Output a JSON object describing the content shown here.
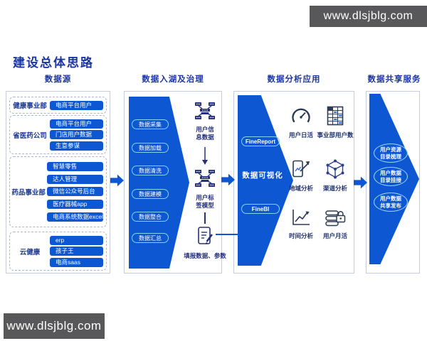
{
  "watermark": {
    "text": "www.dlsjblg.com",
    "bg_color": "#58585a"
  },
  "title": "建设总体思路",
  "colors": {
    "primary_blue": "#0d57d2",
    "navy_text": "#1a36a0",
    "pill_border": "#86d4f3",
    "icon_dark": "#2b3a55",
    "icon_navy": "#25317f"
  },
  "columns": {
    "source": {
      "header": "数据源",
      "groups": [
        {
          "label": "健康事业部",
          "items": [
            "电商平台用户"
          ]
        },
        {
          "label": "省医药公司",
          "items": [
            "电商平台用户",
            "门店用户数据",
            "生意参谋"
          ]
        },
        {
          "label": "药品事业部",
          "items": [
            "智慧零售",
            "达人管理",
            "微信公众号后台",
            "医疗器械app",
            "电商系统数据excel"
          ]
        },
        {
          "label": "云健康",
          "items": [
            "erp",
            "孩子王",
            "电商saas"
          ]
        }
      ]
    },
    "lake": {
      "header": "数据入湖及治理",
      "steps": [
        "数据采集",
        "数据加载",
        "数据清洗",
        "数据建模",
        "数据整合",
        "数据汇总"
      ],
      "flow": {
        "item1_line1": "用户信",
        "item1_line2": "息数据",
        "item2_line1": "用户标",
        "item2_line2": "签模型",
        "item3": "填报数据、参数"
      }
    },
    "analysis": {
      "header": "数据分析应用",
      "report_tool": "FineReport",
      "viz_label": "数据可视化",
      "bi_tool": "FineBI",
      "apps": [
        {
          "icon": "gauge-icon",
          "label": "用户日活"
        },
        {
          "icon": "table-icon",
          "label": "事业部用户数"
        },
        {
          "icon": "map-analysis-icon",
          "label": "地域分析"
        },
        {
          "icon": "network-cube-icon",
          "label": "渠道分析"
        },
        {
          "icon": "trend-chart-icon",
          "label": "时间分析"
        },
        {
          "icon": "secure-db-icon",
          "label": "用户月活"
        }
      ]
    },
    "share": {
      "header": "数据共享服务",
      "services": [
        {
          "line1": "用户资源",
          "line2": "目录梳理"
        },
        {
          "line1": "用户数据",
          "line2": "目录挂接"
        },
        {
          "line1": "用户数据",
          "line2": "共享发布"
        }
      ]
    }
  }
}
